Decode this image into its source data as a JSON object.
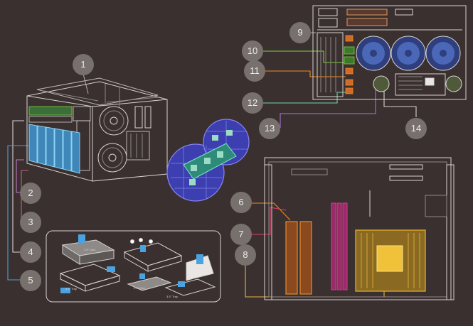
{
  "diagram": {
    "callouts": [
      {
        "number": "1",
        "part": "chassis",
        "line_color": "#a7a2a0"
      },
      {
        "number": "2",
        "part": "drive-bays",
        "line_color": "#c07bc4"
      },
      {
        "number": "3",
        "part": "tray-release",
        "line_color": "#c2657f"
      },
      {
        "number": "4",
        "part": "front-panel",
        "line_color": "#d8d2cf"
      },
      {
        "number": "5",
        "part": "drive-trays",
        "line_color": "#4a9fd6"
      },
      {
        "number": "6",
        "part": "memory-slot",
        "line_color": "#f08a1e"
      },
      {
        "number": "7",
        "part": "memory-slot",
        "line_color": "#e03a74"
      },
      {
        "number": "8",
        "part": "cpu-heatsink",
        "line_color": "#e8b23a"
      },
      {
        "number": "9",
        "part": "expansion-slots",
        "line_color": "#a7a2a0"
      },
      {
        "number": "10",
        "part": "rear-port",
        "line_color": "#7bd13b"
      },
      {
        "number": "11",
        "part": "rear-port",
        "line_color": "#f08a1e"
      },
      {
        "number": "12",
        "part": "rear-port",
        "line_color": "#6fd6a8"
      },
      {
        "number": "13",
        "part": "m2-expansion-card",
        "line_color": "#a773d6"
      },
      {
        "number": "14",
        "part": "power-supply",
        "line_color": "#d8d2cf"
      }
    ],
    "inset_labels": [
      "3.5\" Disk",
      "3.5\" Tray",
      "2.5\" Disk"
    ],
    "colors": {
      "background": "#3a3030",
      "line_art": "#d8d2cf",
      "badge": "#77706d",
      "drive_blue": "#57b4e6",
      "memory_orange": "#e58a2c",
      "memory_magenta": "#d83b8c",
      "heatsink_gold": "#e8b23a",
      "fan_blue": "#4b67b8",
      "card_green": "#7bd13b",
      "zoom_purple": "#5b57d6"
    }
  }
}
